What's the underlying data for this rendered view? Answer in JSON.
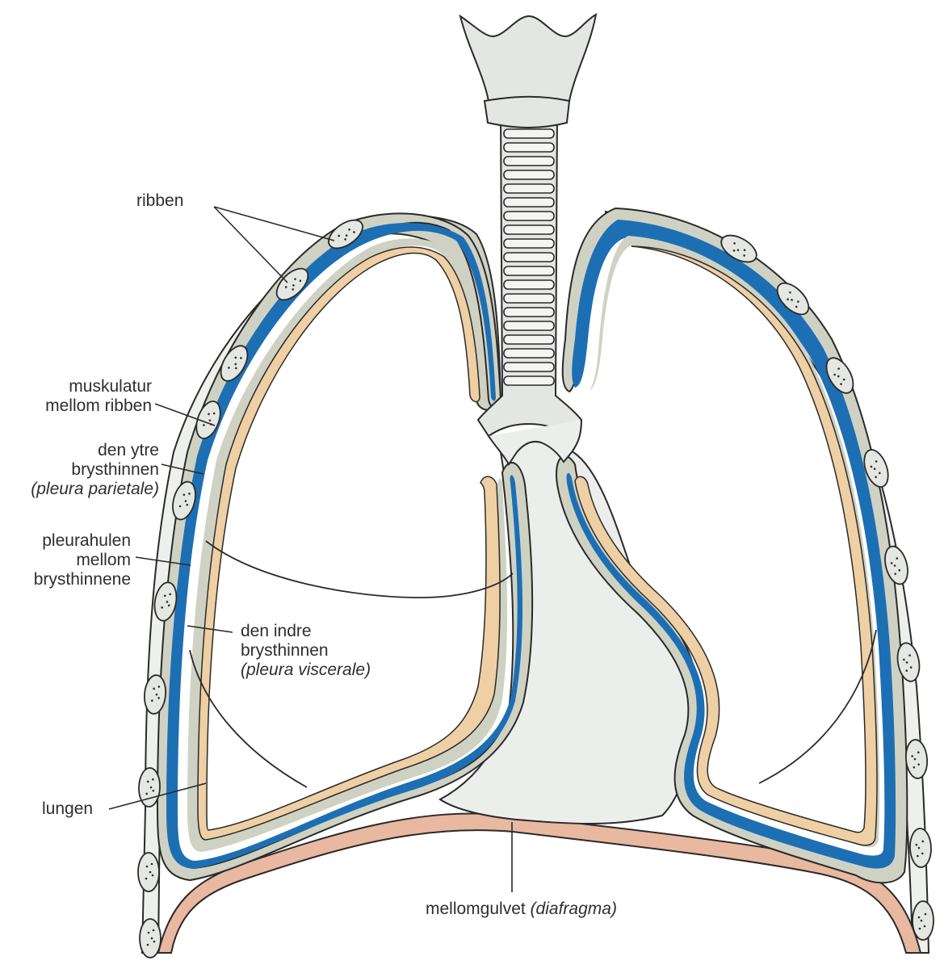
{
  "colors": {
    "lung": "#efcfa4",
    "pleura_blue": "#1d6fb4",
    "pleura_grey": "#cfd2c3",
    "diaphragm": "#e9b8a0",
    "mediastinum": "#eceeec",
    "rib": "#e4e7e2",
    "outline": "#2a2a2a"
  },
  "labels": {
    "ribben": "ribben",
    "muskulatur_l1": "muskulatur",
    "muskulatur_l2": "mellom ribben",
    "ytre_l1": "den ytre",
    "ytre_l2": "brysthinnen",
    "ytre_l3": "(pleura parietale)",
    "pleurahulen_l1": "pleurahulen",
    "pleurahulen_l2": "mellom",
    "pleurahulen_l3": "brysthinnene",
    "indre_l1": "den indre",
    "indre_l2": "brysthinnen",
    "indre_l3": "(pleura viscerale)",
    "lungen": "lungen",
    "mellomgulvet": "mellomgulvet",
    "diafragma": "(diafragma)"
  }
}
